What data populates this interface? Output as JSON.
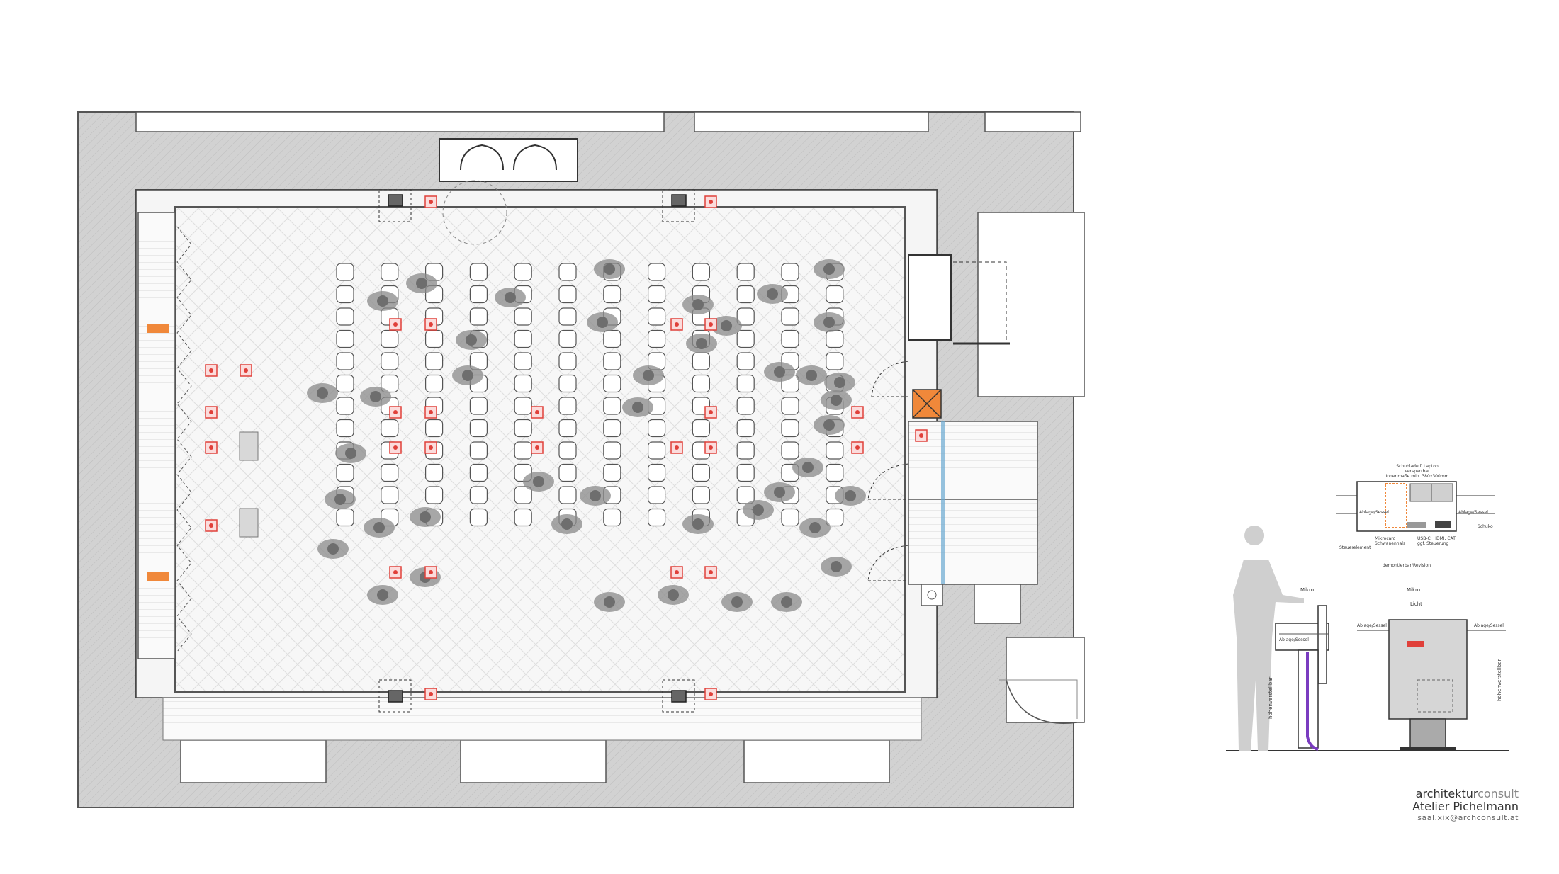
{
  "credits": {
    "firm_part1": "architektur",
    "firm_part2": "consult",
    "studio": "Atelier Pichelmann",
    "email": "saal.xix@archconsult.at"
  },
  "lectern_top_view": {
    "header_line1": "Schublade f. Laptop",
    "header_line2": "versperrbar",
    "header_line3": "Innenmaße min. 380x300mm",
    "label_ablage_left": "Ablage/Sessel",
    "label_ablage_right": "Ablage/Sessel",
    "label_schuko": "Schuko",
    "label_mikrocard": "Mikrocard",
    "label_schwanenhals": "Schwanenhals",
    "label_usb": "USB-C, HDMI, CAT",
    "label_steuerung": "ggf. Steuerung",
    "label_bottom": "demontierbar/Revision",
    "label_left_bottom": "Steuerelement"
  },
  "lectern_side_view": {
    "label_mikro": "Mikro",
    "label_ablage": "Ablage/Sessel",
    "label_hoehe": "höhenverstellbar"
  },
  "lectern_front_view": {
    "label_mikro": "Mikro",
    "label_licht": "Licht",
    "label_ablage_left": "Ablage/Sessel",
    "label_ablage_right": "Ablage/Sessel",
    "label_hoehe": "höhenverstellbar"
  },
  "colors": {
    "wall": "#cfcfcf",
    "wall_stroke": "#555555",
    "floor": "#f3f3f3",
    "chair": "#ffffff",
    "person": "#8a8a8a",
    "sensor_red": "#e0403a",
    "orange": "#f0883a",
    "cable_purple": "#7a3cc0",
    "blue_duct": "#6aa8d0"
  }
}
